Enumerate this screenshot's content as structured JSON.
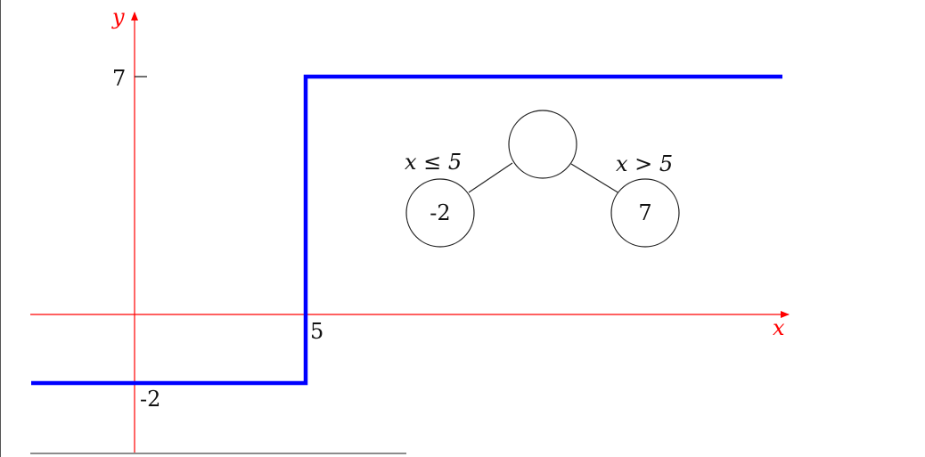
{
  "colors": {
    "axis": "#ff0000",
    "step_line": "#0000ff",
    "tree": "#222222",
    "text": "#111111",
    "baseline": "#666666"
  },
  "axes": {
    "x_label": "x",
    "y_label": "y"
  },
  "ticks": {
    "y_tick_label": "7",
    "x_tick_label": "5",
    "neg_label": "-2"
  },
  "step_function": {
    "threshold": 5,
    "low_value": -2,
    "high_value": 7
  },
  "tree": {
    "root_label": "",
    "left_edge_label": "x ≤ 5",
    "right_edge_label": "x > 5",
    "left_leaf": "-2",
    "right_leaf": "7"
  }
}
